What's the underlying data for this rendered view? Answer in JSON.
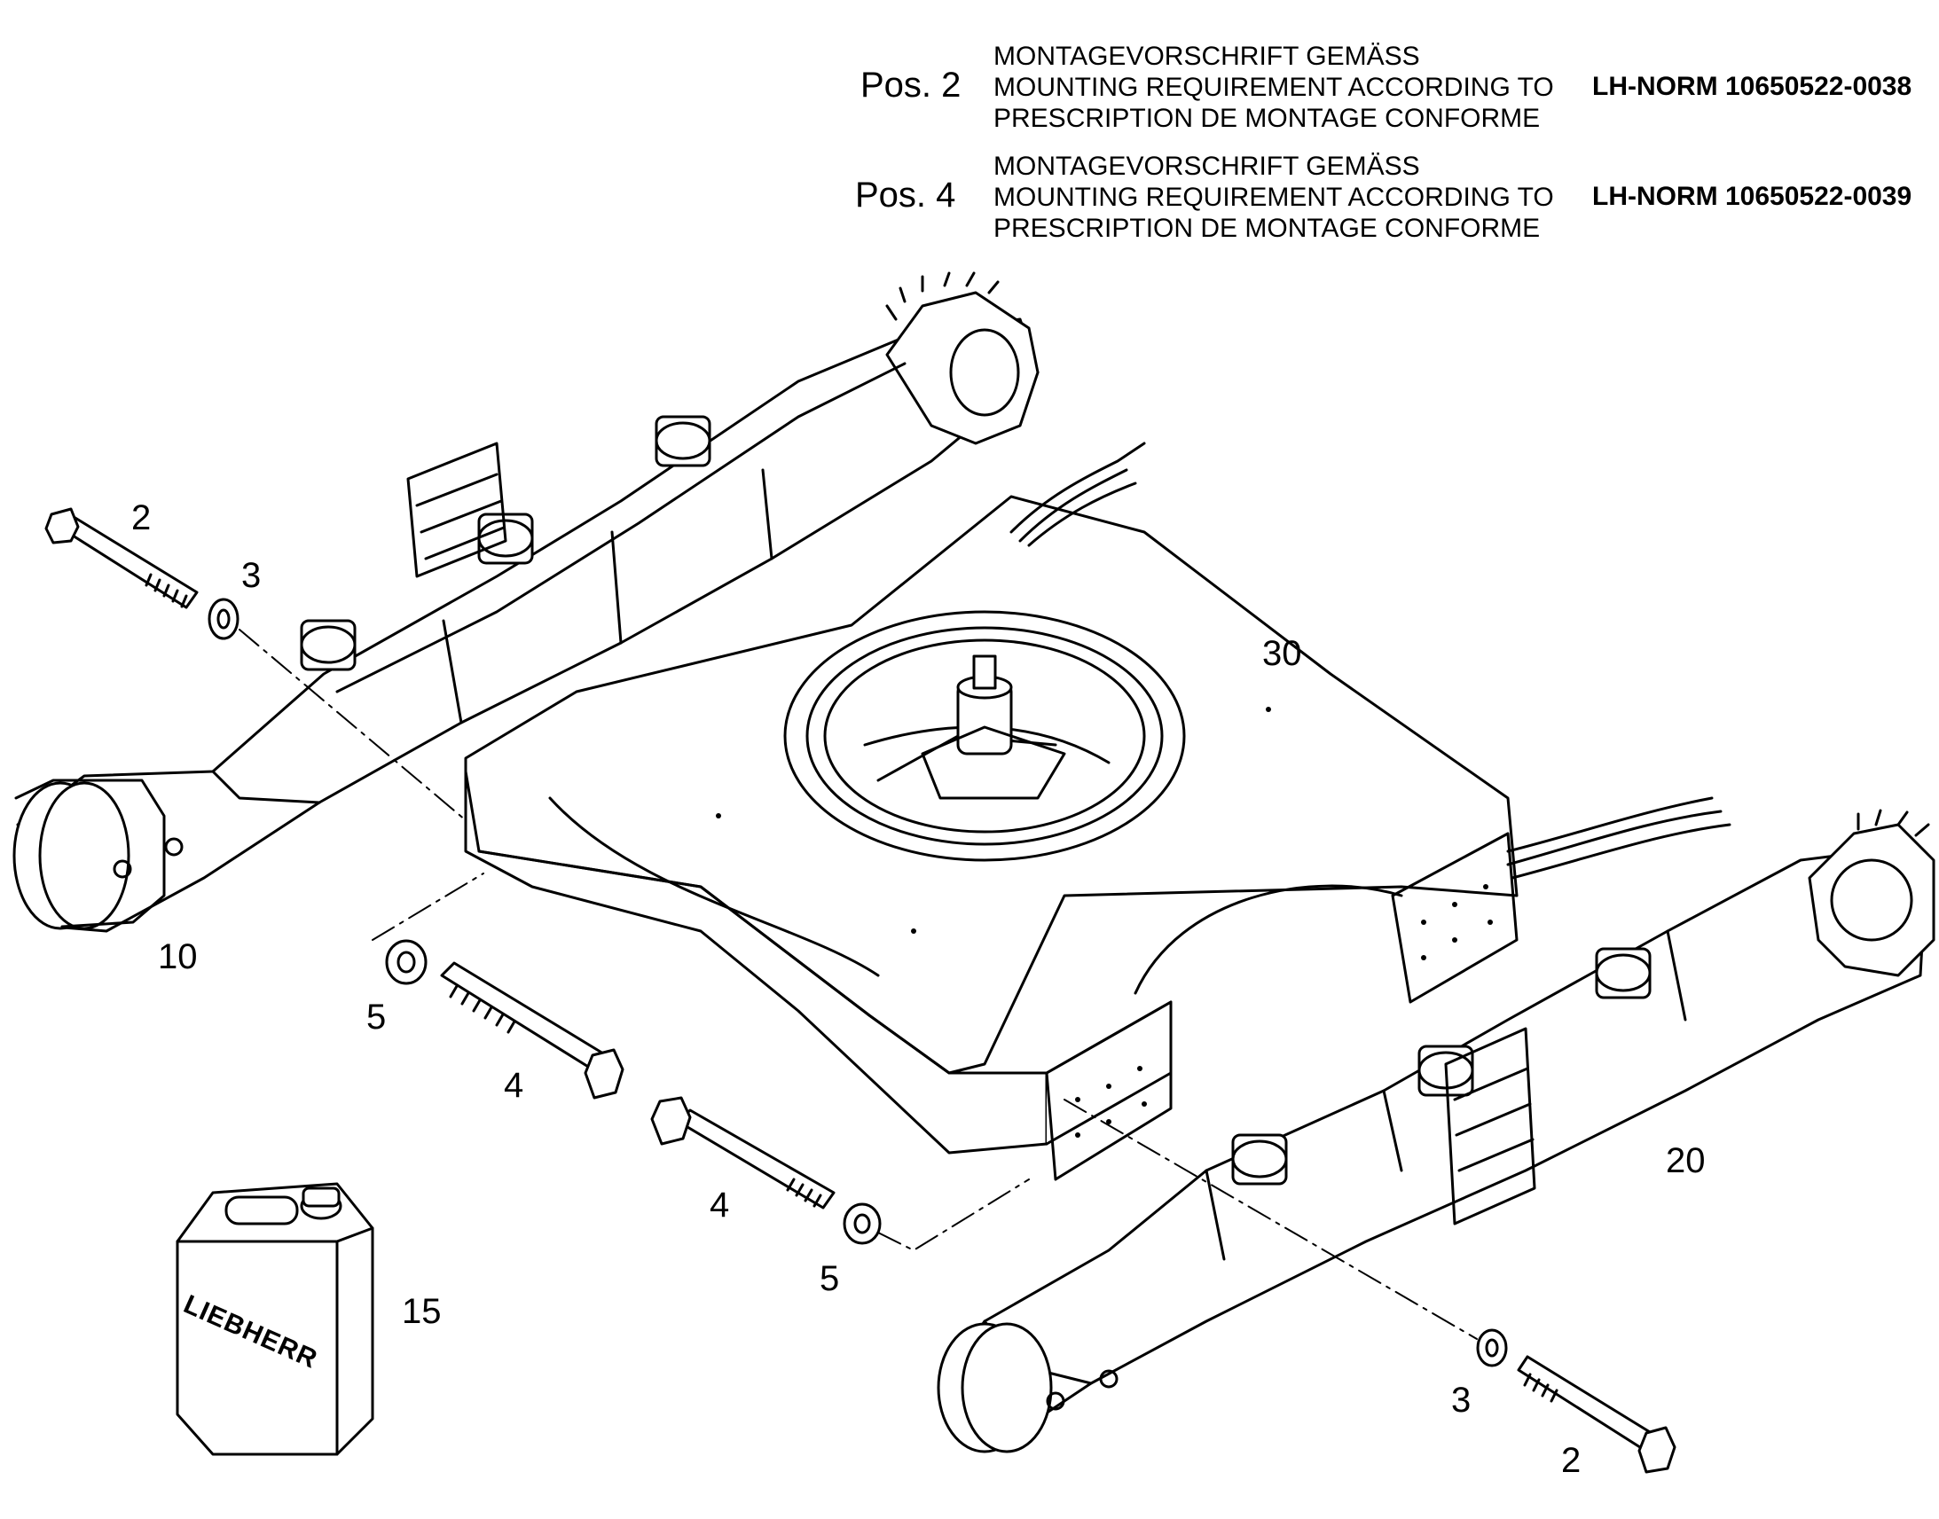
{
  "notes": [
    {
      "pos": "Pos. 2",
      "lines": [
        "MONTAGEVORSCHRIFT GEMÄSS",
        "MOUNTING REQUIREMENT ACCORDING TO",
        "PRESCRIPTION DE MONTAGE CONFORME"
      ],
      "norm": "LH-NORM 10650522-0038"
    },
    {
      "pos": "Pos. 4",
      "lines": [
        "MONTAGEVORSCHRIFT GEMÄSS",
        "MOUNTING REQUIREMENT ACCORDING TO",
        "PRESCRIPTION DE MONTAGE CONFORME"
      ],
      "norm": "LH-NORM 10650522-0039"
    }
  ],
  "callouts": {
    "bolt_left": "2",
    "washer_left": "3",
    "frame": "30",
    "track_left": "10",
    "washer_front": "5",
    "bolt_front": "4",
    "bolt_center": "4",
    "washer_center": "5",
    "track_right": "20",
    "canister": "15",
    "washer_right": "3",
    "bolt_right": "2"
  },
  "canister_logo": "LIEBHERR"
}
